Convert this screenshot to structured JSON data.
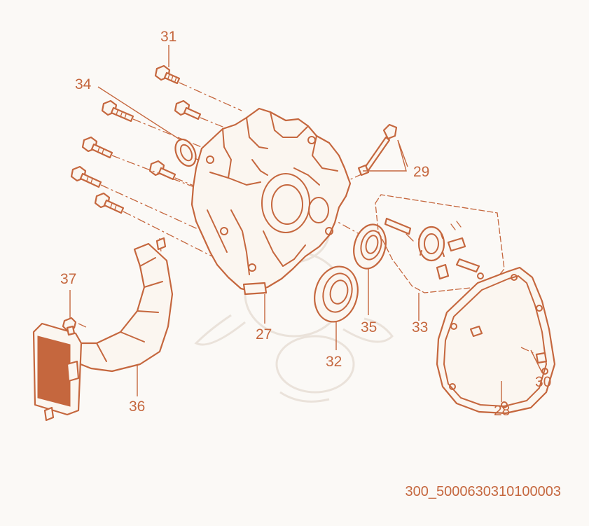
{
  "diagram": {
    "colors": {
      "line": "#c5673e",
      "label": "#c5673e",
      "background": "#fbf9f6",
      "watermark": "#eae2da"
    },
    "part_labels": [
      "27",
      "28",
      "29",
      "30",
      "31",
      "32",
      "33",
      "34",
      "35",
      "36",
      "37"
    ],
    "drawing_code": "300_5000630310100003"
  }
}
